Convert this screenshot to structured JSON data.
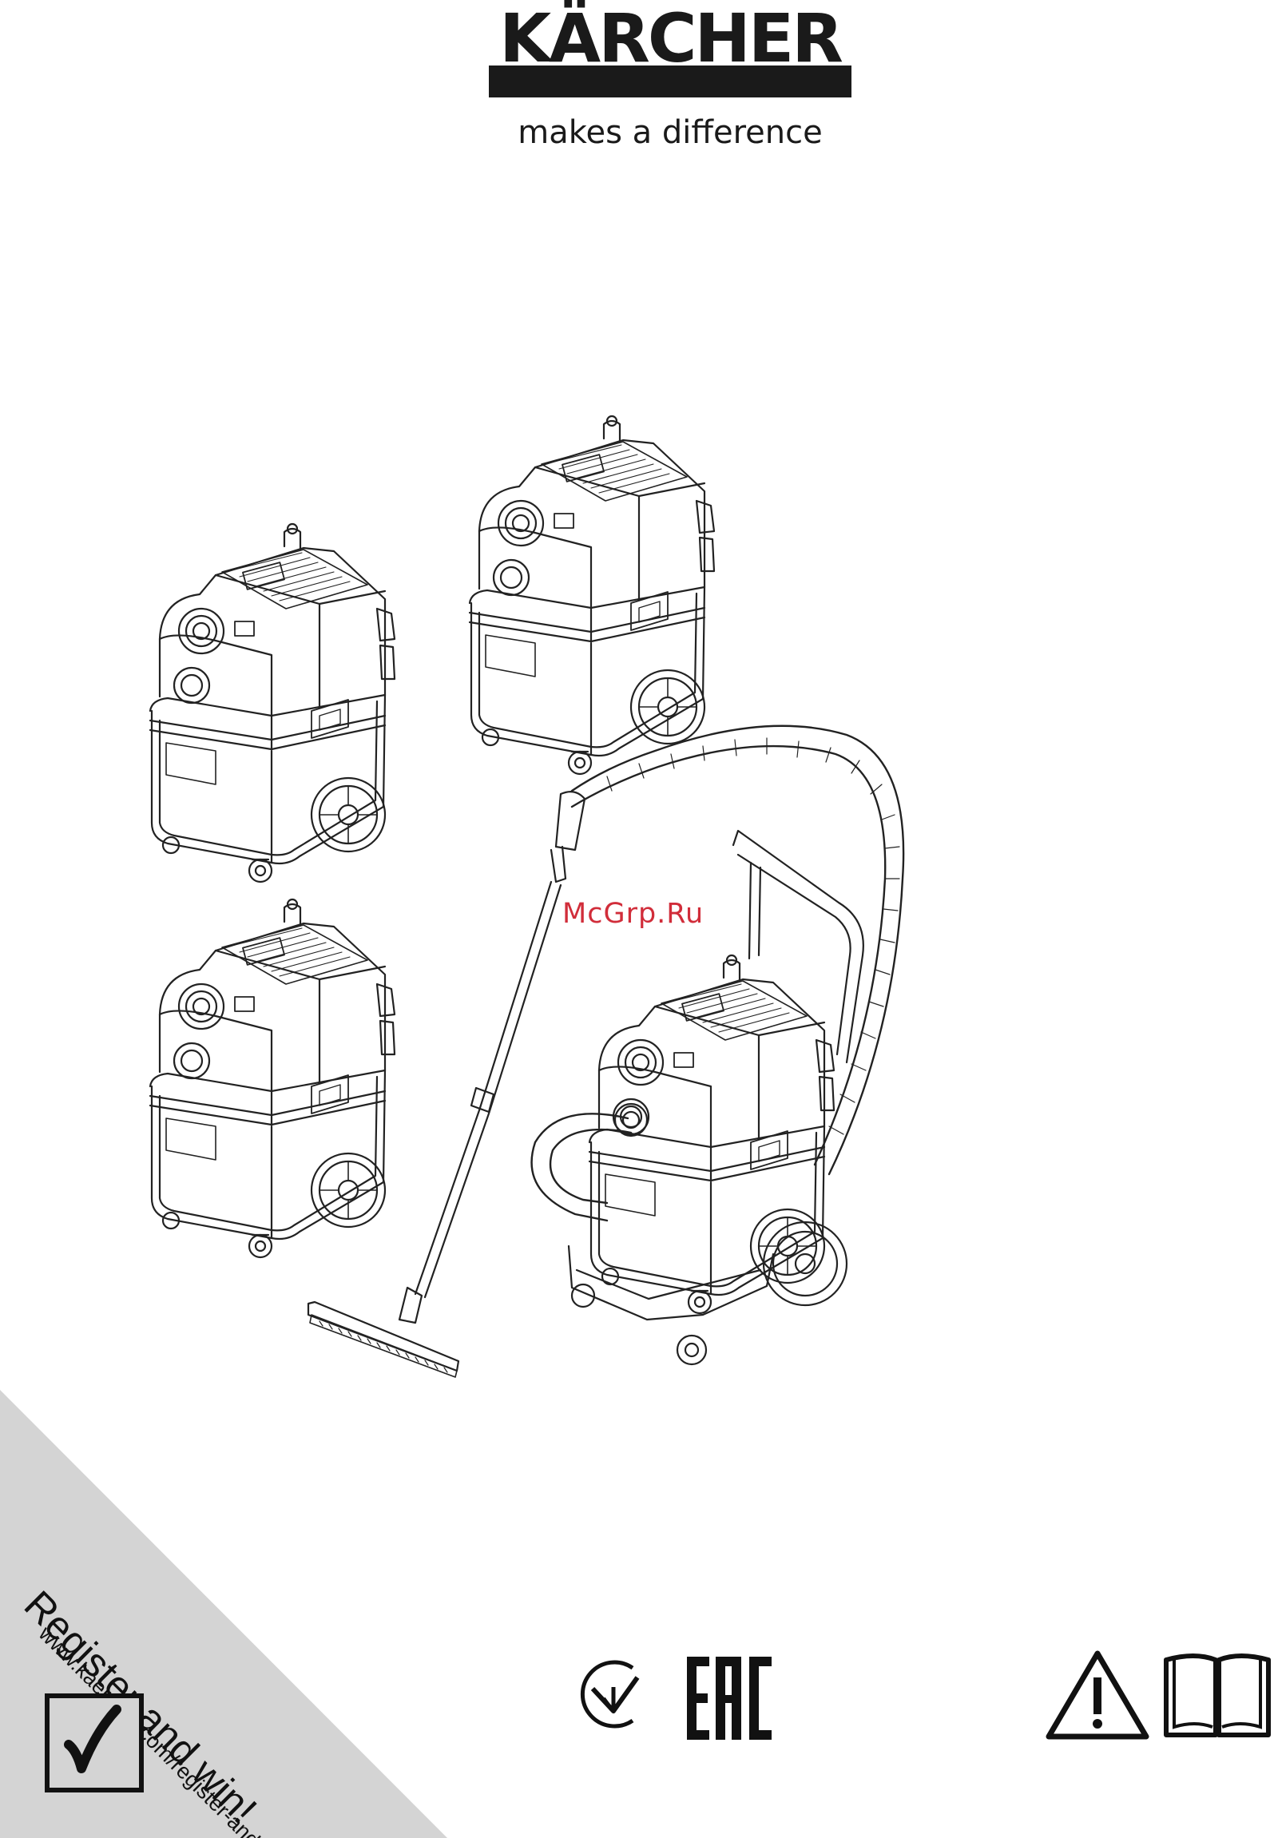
{
  "brand": {
    "name": "KÄRCHER",
    "slogan": "makes a difference",
    "color": "#1a1a1a"
  },
  "watermark": {
    "text": "McGrp.Ru",
    "color": "#d12d3a"
  },
  "registration": {
    "title": "Register and win!",
    "url": "www.kaercher.com/register-and-win",
    "background_color": "#d4d4d4",
    "icon": "checkbox-check-icon"
  },
  "product_illustration": {
    "subject": "wet-and-dry-vacuum-cleaner-line-drawings",
    "variant_count": 4
  },
  "marks": [
    "ukrainian-conformity-icon",
    "eac-conformity-icon",
    "warning-triangle-icon",
    "open-manual-icon"
  ]
}
